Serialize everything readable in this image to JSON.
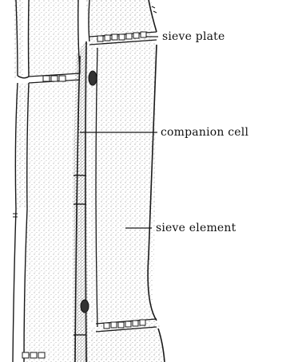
{
  "labels": {
    "sieve_plate": "sieve plate",
    "companion_cell": "companion cell",
    "sieve_element": "sieve element"
  },
  "colors": {
    "ink": "#1a1a1a",
    "background": "#ffffff"
  }
}
